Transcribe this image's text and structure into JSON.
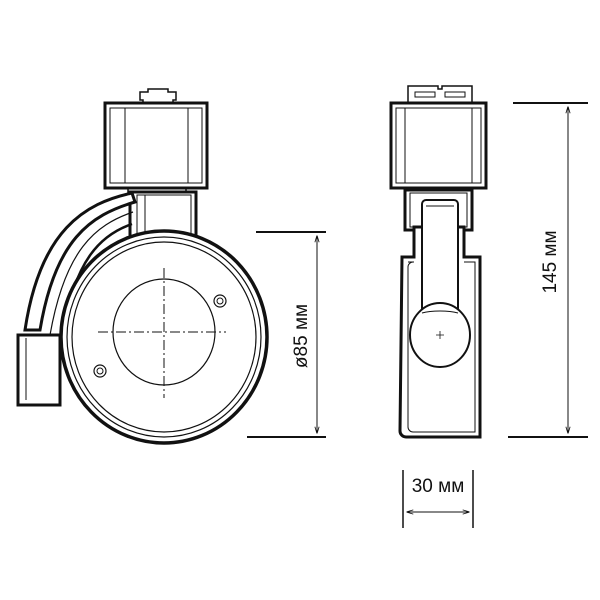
{
  "diagram": {
    "dimensions": {
      "diameter_label": "ø85 мм",
      "height_label": "145 мм",
      "width_label": "30 мм"
    },
    "colors": {
      "line": "#111111",
      "background": "#ffffff"
    }
  }
}
